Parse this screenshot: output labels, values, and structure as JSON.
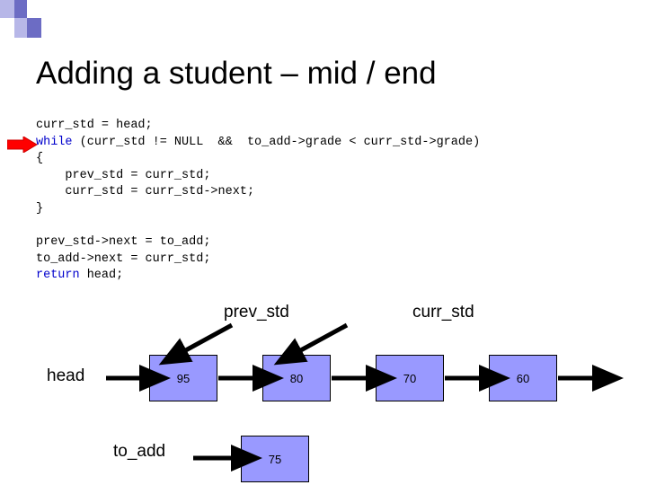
{
  "slide": {
    "title": "Adding a student – mid / end",
    "code_lines": [
      {
        "segments": [
          {
            "text": "curr_std = head;",
            "kind": "plain"
          }
        ]
      },
      {
        "segments": [
          {
            "text": "while",
            "kind": "keyword"
          },
          {
            "text": " (curr_std != NULL  &&  to_add->grade < curr_std->grade)",
            "kind": "plain"
          }
        ]
      },
      {
        "segments": [
          {
            "text": "{",
            "kind": "plain"
          }
        ]
      },
      {
        "segments": [
          {
            "text": "    prev_std = curr_std;",
            "kind": "plain"
          }
        ]
      },
      {
        "segments": [
          {
            "text": "    curr_std = curr_std->next;",
            "kind": "plain"
          }
        ]
      },
      {
        "segments": [
          {
            "text": "}",
            "kind": "plain"
          }
        ]
      },
      {
        "segments": [
          {
            "text": "",
            "kind": "plain"
          }
        ]
      },
      {
        "segments": [
          {
            "text": "prev_std->next = to_add;",
            "kind": "plain"
          }
        ]
      },
      {
        "segments": [
          {
            "text": "to_add->next = curr_std;",
            "kind": "plain"
          }
        ]
      },
      {
        "segments": [
          {
            "text": "return",
            "kind": "keyword"
          },
          {
            "text": " head;",
            "kind": "plain"
          }
        ]
      }
    ],
    "labels": {
      "prev_std": "prev_std",
      "curr_std": "curr_std",
      "head": "head",
      "to_add": "to_add"
    },
    "list_nodes": [
      {
        "value": "95"
      },
      {
        "value": "80"
      },
      {
        "value": "70"
      },
      {
        "value": "60"
      }
    ],
    "new_node": {
      "value": "75"
    },
    "colors": {
      "node_fill": "#9999ff",
      "keyword": "#0000cc",
      "red_arrow": "#ff0000",
      "corner_light": "#b7b7e8",
      "corner_dark": "#6c6cc4"
    }
  }
}
